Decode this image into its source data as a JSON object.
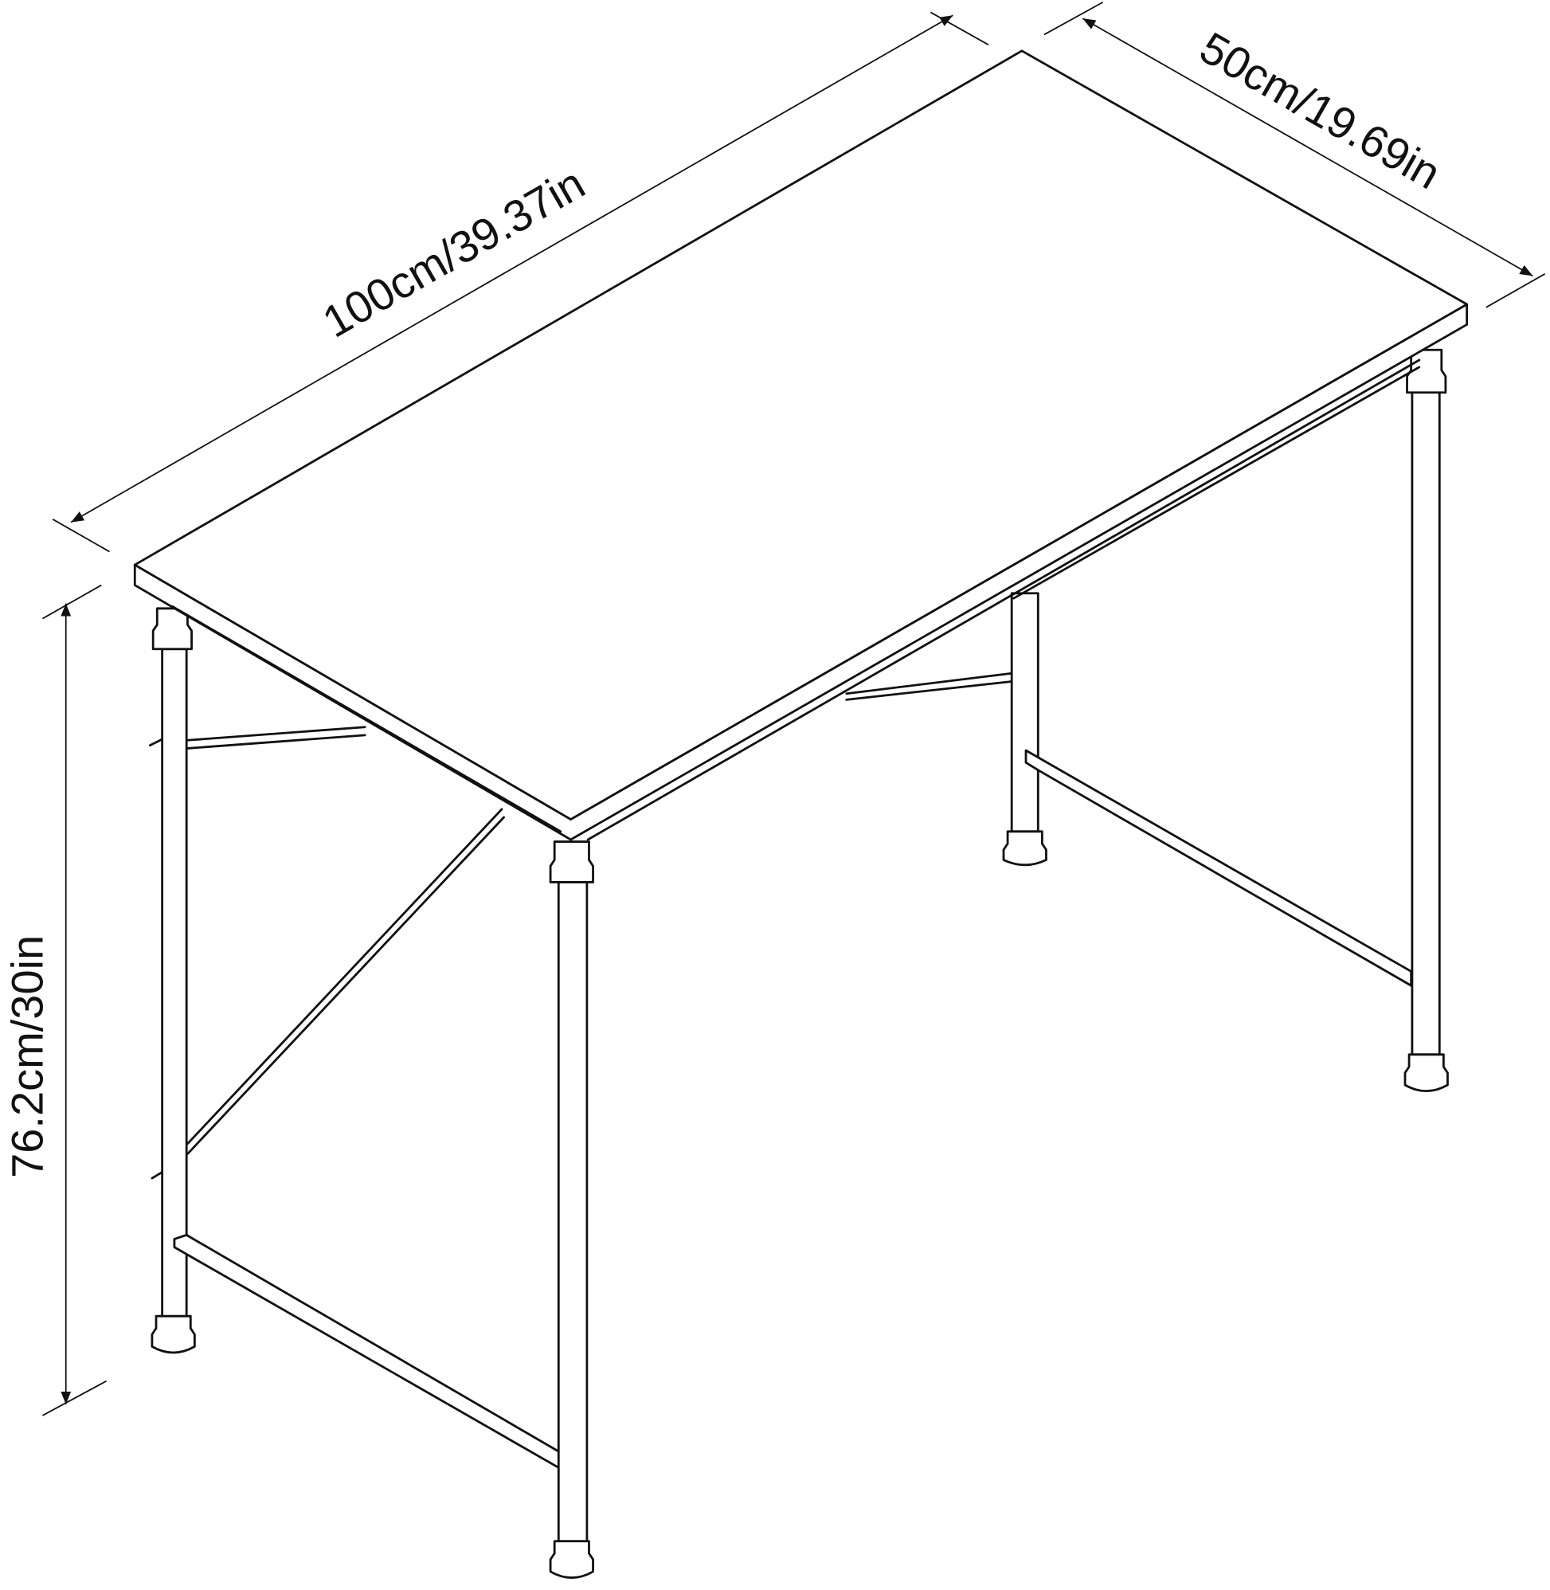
{
  "diagram": {
    "subject": "desk",
    "dimensions": {
      "width_label": "100cm/39.37in",
      "depth_label": "50cm/19.69in",
      "height_label": "76.2cm/30in"
    },
    "line_color": "#111111",
    "background": "#ffffff"
  }
}
